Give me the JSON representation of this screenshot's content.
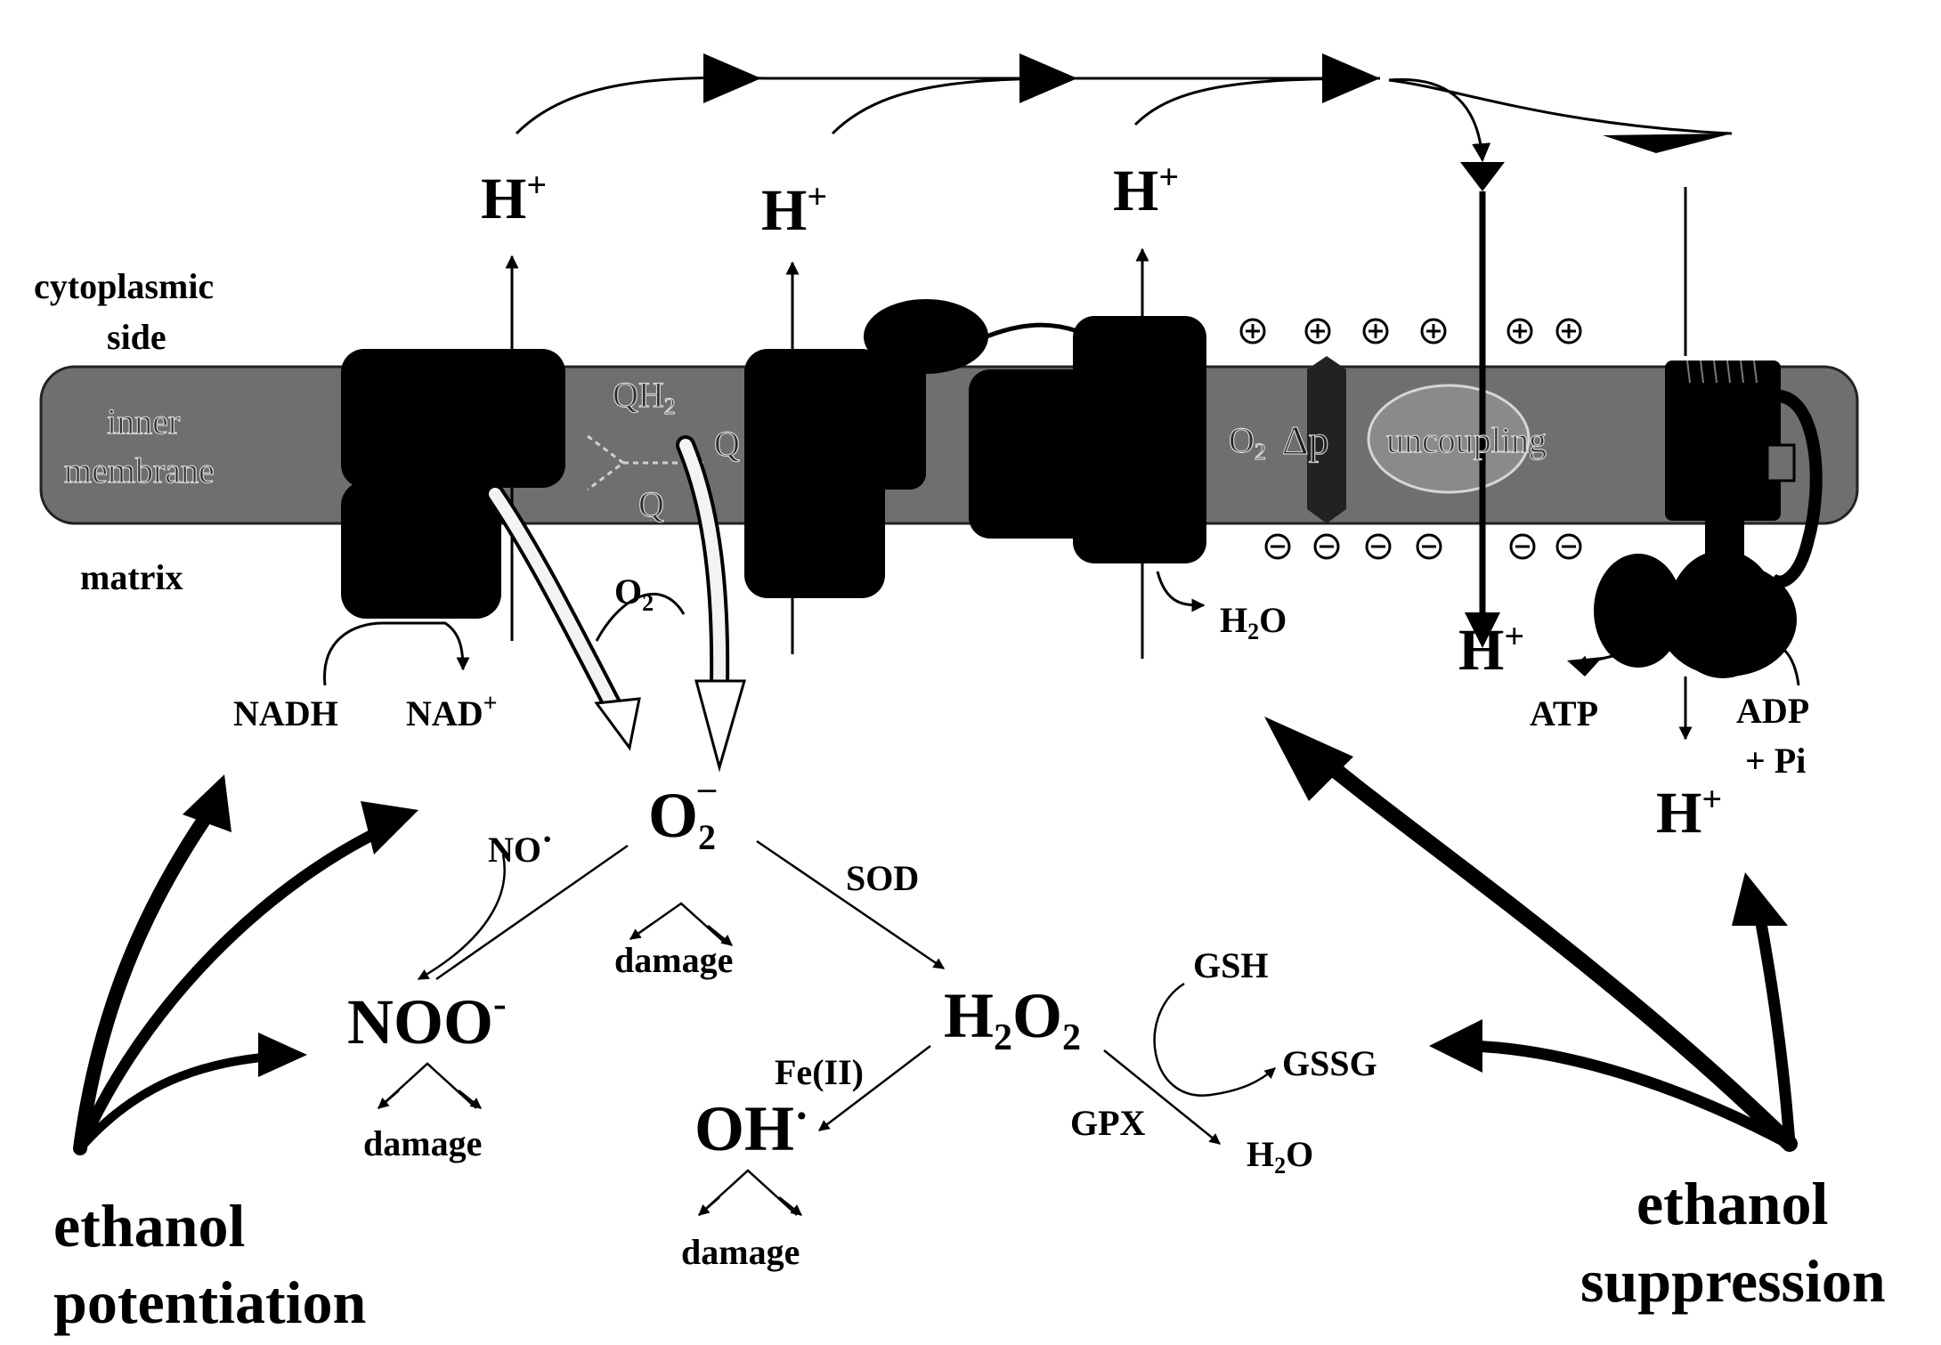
{
  "labels": {
    "cytoplasmic": "cytoplasmic",
    "side": "side",
    "matrix": "matrix",
    "inner": "inner",
    "membrane": "membrane",
    "qh2": "QH",
    "qh2_sub": "2",
    "q": "Q",
    "q_lower": "Q",
    "o2_mem": "O",
    "o2_mem_sub": "2",
    "delta_p": "Δp",
    "uncoupling": "uncoupling",
    "h_plus_1": "H",
    "h_plus_2": "H",
    "h_plus_3": "H",
    "h_plus_4": "H",
    "h_plus_5": "H",
    "plus_sup": "+",
    "nadh": "NADH",
    "nad": "NAD",
    "nad_sup": "+",
    "o2_in": "O",
    "o2_in_sub": "2",
    "h2o_1": "H",
    "h2o_1_sub": "2",
    "h2o_1_end": "O",
    "atp": "ATP",
    "adp": "ADP",
    "pi": "+ Pi",
    "superoxide": "O",
    "superoxide_sub": "2",
    "superoxide_sup": "–",
    "no_radical": "NO",
    "no_dot": "·",
    "sod": "SOD",
    "damage_1": "damage",
    "damage_2": "damage",
    "damage_3": "damage",
    "peroxynitrite": "NOO",
    "peroxynitrite_sup": "-",
    "h2o2": "H",
    "h2o2_s1": "2",
    "h2o2_o": "O",
    "h2o2_s2": "2",
    "fe": "Fe(II)",
    "oh": "OH",
    "oh_dot": "·",
    "gsh": "GSH",
    "gssg": "GSSG",
    "gpx": "GPX",
    "h2o_2": "H",
    "h2o_2_sub": "2",
    "h2o_2_end": "O",
    "ethanol_1": "ethanol",
    "potentiation": "potentiation",
    "ethanol_2": "ethanol",
    "suppression": "suppression"
  },
  "colors": {
    "membrane": "#6f6f6f",
    "complex": "#000000",
    "background": "#ffffff"
  }
}
